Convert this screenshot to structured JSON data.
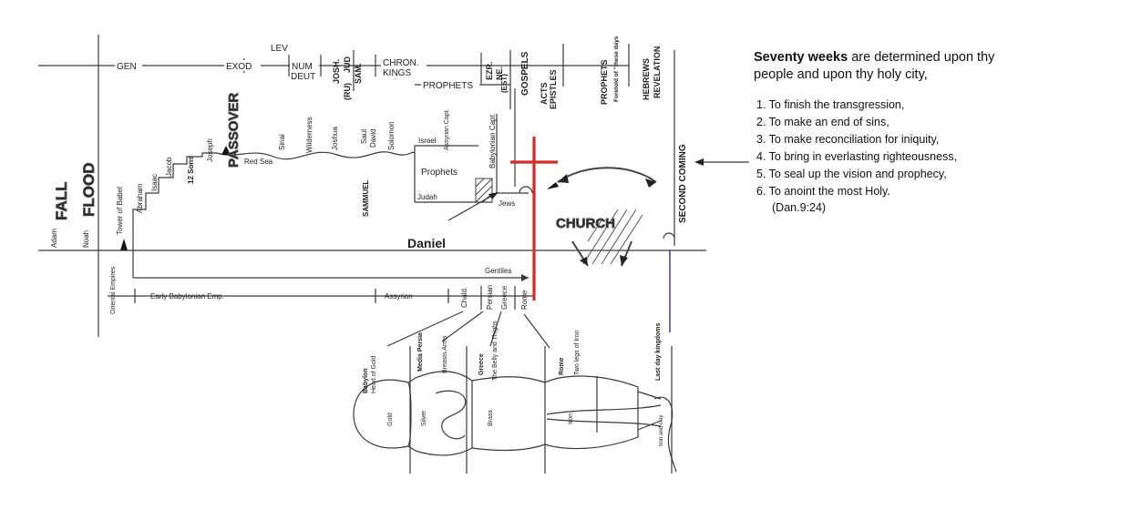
{
  "timeline": {
    "gen": "GEN",
    "exod": "EXOD",
    "lev": "LEV",
    "num": "NUM",
    "deut": "DEUT",
    "josh": "JOSH.",
    "jud": "JUD",
    "ru": "(RU)",
    "sam": "SAM.",
    "chron": "CHRON.",
    "kings": "KINGS",
    "ezr": "EZR.",
    "ne": "NE.",
    "est": "(EST)",
    "prophets": "PROPHETS",
    "gospels": "GOSPELS",
    "acts": "ACTS",
    "epistles": "EPISTLES",
    "prophets_upper": "PROPHETS",
    "foretold": "Foretold of \"these days",
    "hebrews": "HEBREWS",
    "revelation": "REVELATION"
  },
  "events": {
    "adam": "Adam",
    "fall": "FALL",
    "noah": "Noah",
    "flood": "FLOOD",
    "babel": "Tower of Babel",
    "abraham": "Abraham",
    "isaac": "Isaac",
    "jacob": "Jacob",
    "sons": "12 Sons",
    "joseph": "Joseph",
    "passover": "PASSOVER",
    "red_sea": "Red Sea",
    "sinai": "Sinai",
    "wilderness": "Wilderness",
    "joshua": "Joshua",
    "saul": "Saul",
    "david": "David",
    "solomon": "Solomon",
    "samuel": "SAMMUEL",
    "israel": "Israel",
    "assyrian_capt": "Assyrian Capt.",
    "prophets": "Prophets",
    "judah": "Judah",
    "babylonian_capt": "Babylonian Capt.",
    "jews": "Jews",
    "church": "CHURCH",
    "second_coming": "SECOND COMING",
    "daniel": "Daniel"
  },
  "empires": {
    "oriental": "Oriental Empires",
    "early_babylonian": "Early Babylonian Emp.",
    "assyrian": "Assyrian",
    "chald": "Chald.",
    "persian": "Persian",
    "greece": "Greece",
    "rome": "Rome",
    "gentiles": "Gentiles"
  },
  "statue": {
    "babylon": "Babylon",
    "head_of_gold": "Head of Gold",
    "media_persia": "Media Persia",
    "breasts_arms": "Breasts Arms",
    "greece": "Greece",
    "belly_thighs": "The Belly and Thighs",
    "rome": "Rome",
    "two_legs": "Two legs of Iron",
    "last_day": "Last day kingdoms",
    "gold": "Gold",
    "silver": "Silver",
    "brass": "Brass",
    "iron": "Iron",
    "iron_clay": "Iron and clay"
  },
  "prophecy": {
    "bold_lead": "Seventy weeks",
    "line1_rest": "are determined upon thy",
    "line2": "people and upon thy holy city,",
    "items": [
      "1. To finish the transgression,",
      "2. To make an end of sins,",
      "3. To make reconciliation for iniquity,",
      "4. To bring in everlasting righteousness,",
      "5. To seal up the vision and prophecy,",
      "6. To anoint the most Holy."
    ],
    "reference": "(Dan.9:24)"
  },
  "colors": {
    "cross": "#d42a2a",
    "statue_link": "#3a3f8c"
  }
}
